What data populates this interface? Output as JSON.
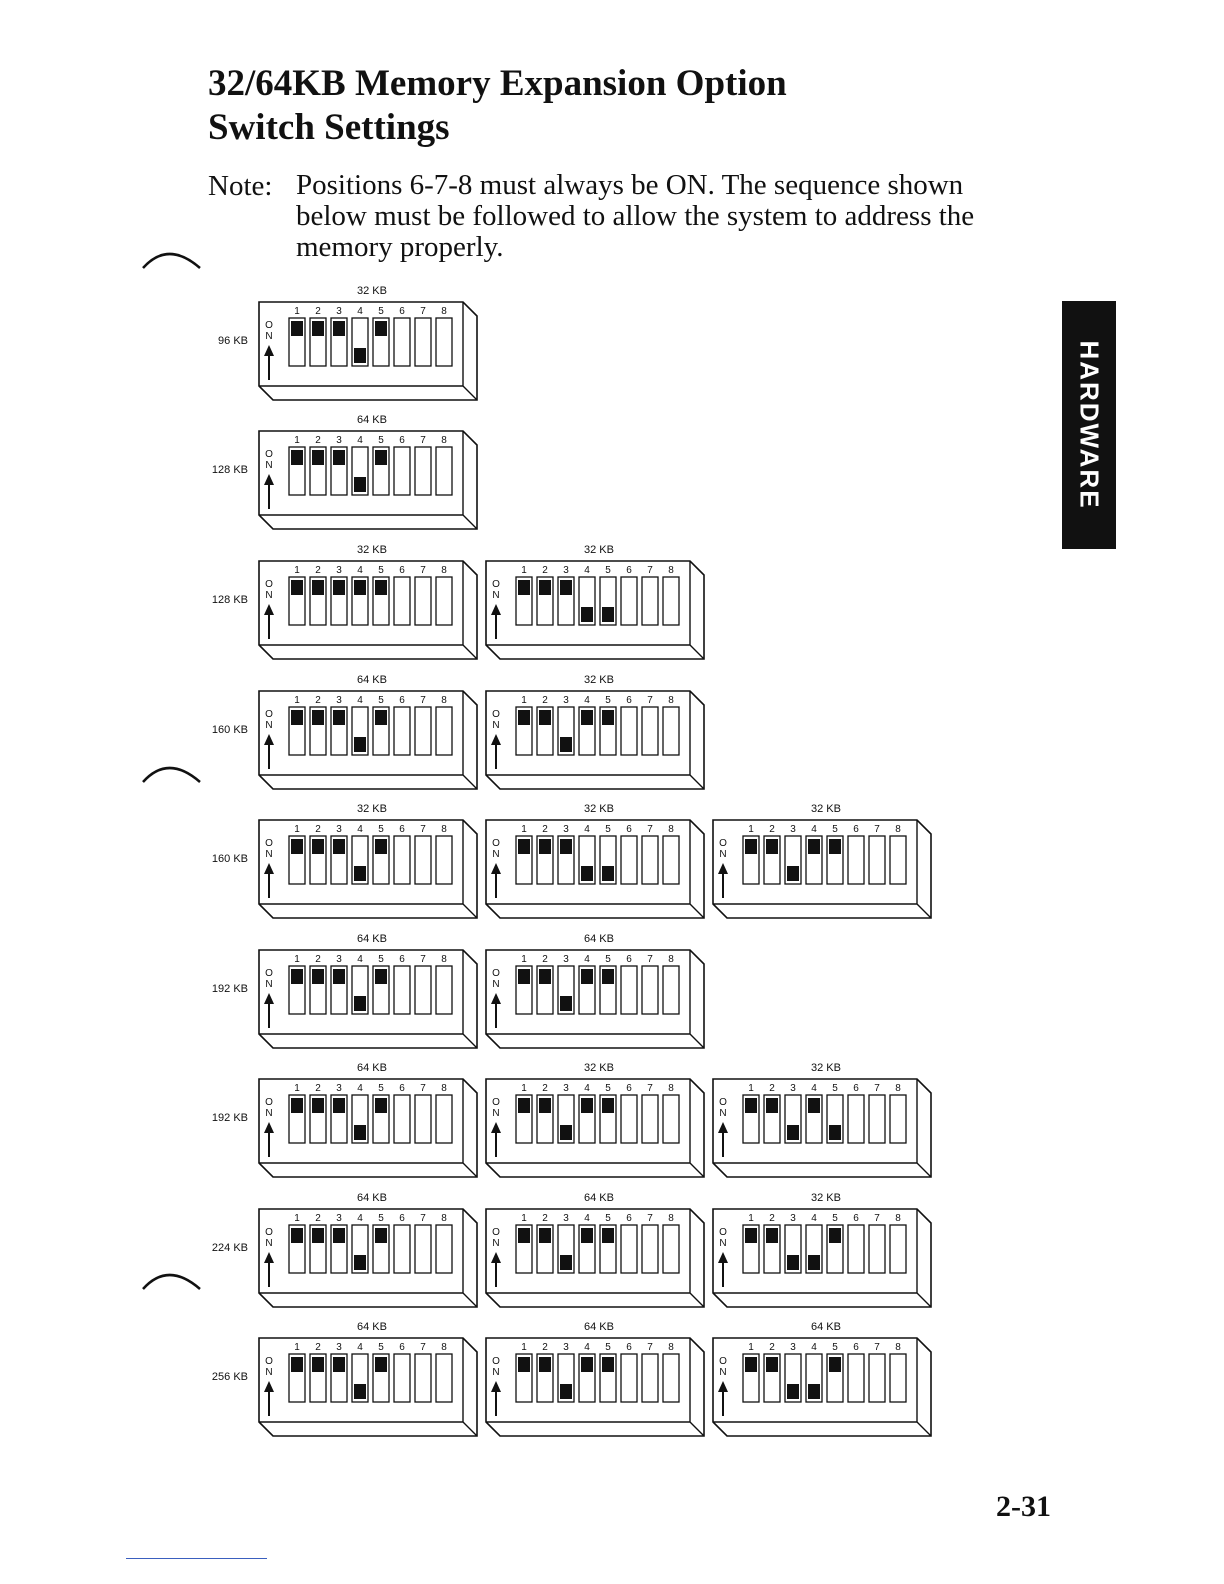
{
  "page": {
    "title_lines": [
      "32/64KB Memory Expansion Option",
      "Switch Settings"
    ],
    "note_label": "Note:",
    "note_text": "Positions 6-7-8 must always be ON. The sequence shown below must be followed to allow the system to address the memory properly.",
    "side_tab": "HARDWARE",
    "page_number": "2-31"
  },
  "switch_numbers": [
    "1",
    "2",
    "3",
    "4",
    "5",
    "6",
    "7",
    "8"
  ],
  "on_label": [
    "O",
    "N"
  ],
  "configs": [
    {
      "total": "96 KB",
      "cards": [
        {
          "label": "32 KB",
          "off": [
            4
          ]
        }
      ]
    },
    {
      "total": "128 KB",
      "cards": [
        {
          "label": "64 KB",
          "off": [
            4
          ]
        }
      ]
    },
    {
      "total": "128 KB",
      "cards": [
        {
          "label": "32 KB",
          "off": []
        },
        {
          "label": "32 KB",
          "off": [
            4,
            5
          ]
        }
      ]
    },
    {
      "total": "160 KB",
      "cards": [
        {
          "label": "64 KB",
          "off": [
            4
          ]
        },
        {
          "label": "32 KB",
          "off": [
            3
          ]
        }
      ]
    },
    {
      "total": "160 KB",
      "cards": [
        {
          "label": "32 KB",
          "off": [
            4
          ]
        },
        {
          "label": "32 KB",
          "off": [
            4,
            5
          ]
        },
        {
          "label": "32 KB",
          "off": [
            3
          ]
        }
      ]
    },
    {
      "total": "192 KB",
      "cards": [
        {
          "label": "64 KB",
          "off": [
            4
          ]
        },
        {
          "label": "64 KB",
          "off": [
            3
          ]
        }
      ]
    },
    {
      "total": "192 KB",
      "cards": [
        {
          "label": "64 KB",
          "off": [
            4
          ]
        },
        {
          "label": "32 KB",
          "off": [
            3
          ]
        },
        {
          "label": "32 KB",
          "off": [
            3,
            5
          ]
        }
      ]
    },
    {
      "total": "224 KB",
      "cards": [
        {
          "label": "64 KB",
          "off": [
            4
          ]
        },
        {
          "label": "64 KB",
          "off": [
            3
          ]
        },
        {
          "label": "32 KB",
          "off": [
            3,
            4
          ]
        }
      ]
    },
    {
      "total": "256 KB",
      "cards": [
        {
          "label": "64 KB",
          "off": [
            4
          ]
        },
        {
          "label": "64 KB",
          "off": [
            3
          ]
        },
        {
          "label": "64 KB",
          "off": [
            3,
            4
          ]
        }
      ]
    }
  ]
}
